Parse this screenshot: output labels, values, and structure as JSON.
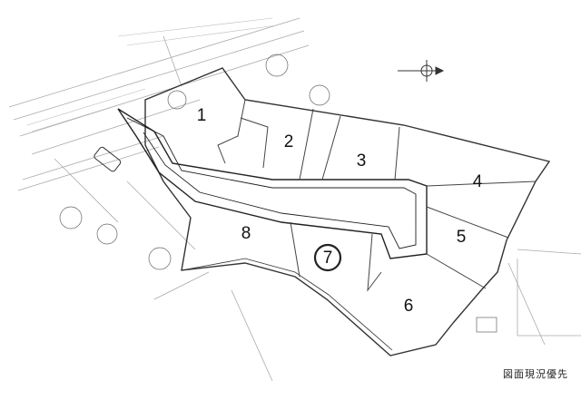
{
  "plan": {
    "lots": [
      {
        "label": "1",
        "highlighted": false
      },
      {
        "label": "2",
        "highlighted": false
      },
      {
        "label": "3",
        "highlighted": false
      },
      {
        "label": "4",
        "highlighted": false
      },
      {
        "label": "5",
        "highlighted": false
      },
      {
        "label": "6",
        "highlighted": false
      },
      {
        "label": "7",
        "highlighted": true
      },
      {
        "label": "8",
        "highlighted": false
      }
    ],
    "caption": "図面現況優先",
    "colors": {
      "line": "#333333",
      "faint": "#9a9a9a",
      "highlight_ring": "#222222"
    }
  }
}
